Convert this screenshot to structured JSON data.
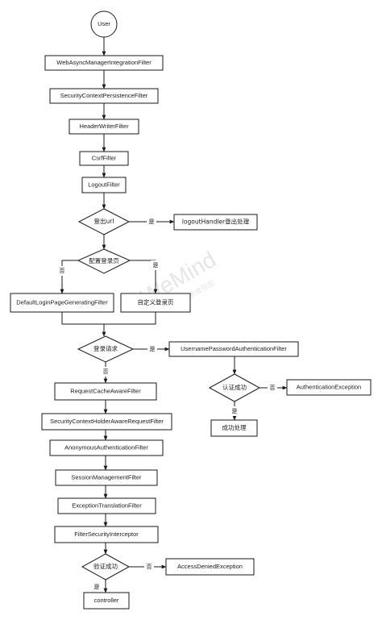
{
  "diagram": {
    "nodes": {
      "user": "User",
      "web_async": "WebAsyncManagerIntegrationFilter",
      "sec_ctx_persist": "SecurityContextPersistenceFilter",
      "header_writer": "HeaderWriterFilter",
      "csrf": "CsrfFilter",
      "logout": "LogoutFilter",
      "is_logout_url": "登出url",
      "logout_handler": "logoutHandler登出处理",
      "login_page_configured": "配置登录页",
      "default_login_page": "DefaultLoginPageGeneratingFilter",
      "custom_login_page": "自定义登录页",
      "is_login_request": "登录请求",
      "username_password": "UsernamePasswordAuthenticationFilter",
      "auth_success": "认证成功",
      "auth_exception": "AuthenticationException",
      "success_handling": "成功处理",
      "request_cache": "RequestCacheAwareFilter",
      "sec_ctx_holder": "SecurityContextHolderAwareRequestFilter",
      "anonymous": "AnonymousAuthenticationFilter",
      "session_mgmt": "SessionManagementFilter",
      "exception_translation": "ExceptionTranslationFilter",
      "filter_security": "FilterSecurityInterceptor",
      "verify_success": "验证成功",
      "access_denied": "AccessDeniedException",
      "controller": "controller"
    },
    "edge_labels": {
      "logout_yes": "是",
      "login_page_no": "否",
      "login_page_yes": "是",
      "login_request_yes": "是",
      "login_request_no": "否",
      "auth_no": "否",
      "auth_yes": "是",
      "verify_no": "否",
      "verify_yes": "是"
    }
  },
  "watermark": {
    "line1": "WeMind",
    "line2": "WeMind 思维导图"
  }
}
